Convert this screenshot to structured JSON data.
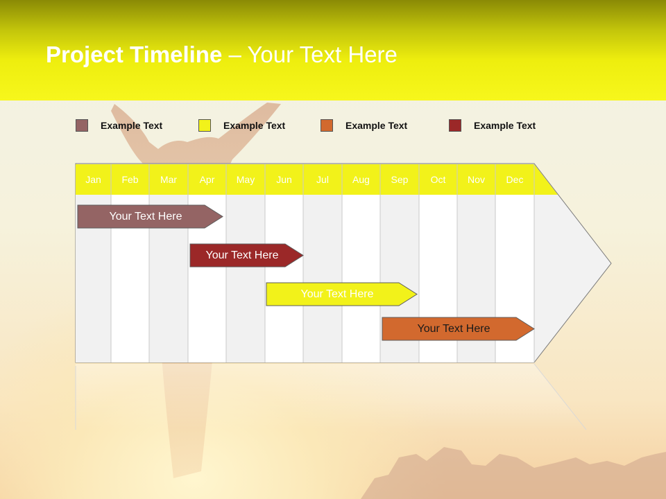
{
  "title": {
    "main": "Project Timeline",
    "sep": " – ",
    "sub": "Your Text Here"
  },
  "legend": [
    {
      "label": "Example Text",
      "color": "#946464"
    },
    {
      "label": "Example Text",
      "color": "#f2f21a"
    },
    {
      "label": "Example Text",
      "color": "#d2692e"
    },
    {
      "label": "Example Text",
      "color": "#9b2828"
    }
  ],
  "months": [
    "Jan",
    "Feb",
    "Mar",
    "Apr",
    "May",
    "Jun",
    "Jul",
    "Aug",
    "Sep",
    "Oct",
    "Nov",
    "Dec"
  ],
  "bars": [
    {
      "label": "Your  Text Here",
      "color": "#946464",
      "text_color": "#ffffff"
    },
    {
      "label": "Your  Text Here",
      "color": "#9b2828",
      "text_color": "#ffffff"
    },
    {
      "label": "Your  Text Here",
      "color": "#f2f21a",
      "text_color": "#ffffff"
    },
    {
      "label": "Your  Text Here",
      "color": "#d2692e",
      "text_color": "#1a1a1a"
    }
  ],
  "colors": {
    "header": "#eeee0e",
    "month_band": "#f2f21a"
  }
}
